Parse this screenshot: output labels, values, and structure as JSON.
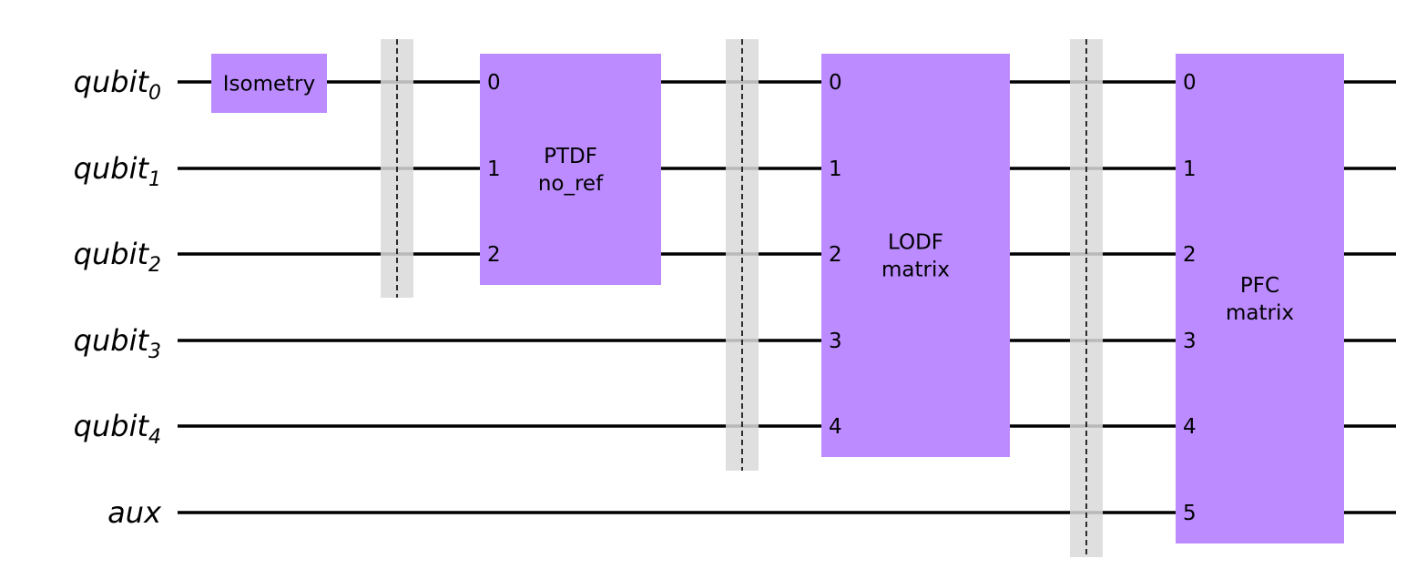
{
  "circuit": {
    "wires": [
      {
        "base": "qubit",
        "sub": "0"
      },
      {
        "base": "qubit",
        "sub": "1"
      },
      {
        "base": "qubit",
        "sub": "2"
      },
      {
        "base": "qubit",
        "sub": "3"
      },
      {
        "base": "qubit",
        "sub": "4"
      },
      {
        "base": "aux",
        "sub": ""
      }
    ],
    "gates": [
      {
        "id": "isometry",
        "lines": [
          "Isometry"
        ],
        "wires": [
          0
        ],
        "pins": []
      },
      {
        "id": "ptdf",
        "lines": [
          "PTDF",
          "no_ref"
        ],
        "wires": [
          0,
          1,
          2
        ],
        "pins": [
          "0",
          "1",
          "2"
        ]
      },
      {
        "id": "lodf",
        "lines": [
          "LODF",
          "matrix"
        ],
        "wires": [
          0,
          1,
          2,
          3,
          4
        ],
        "pins": [
          "0",
          "1",
          "2",
          "3",
          "4"
        ]
      },
      {
        "id": "pfc",
        "lines": [
          "PFC",
          "matrix"
        ],
        "wires": [
          0,
          1,
          2,
          3,
          4,
          5
        ],
        "pins": [
          "0",
          "1",
          "2",
          "3",
          "4",
          "5"
        ]
      }
    ],
    "barriers": [
      {
        "id": "barrier-1",
        "wires": [
          0,
          1,
          2
        ]
      },
      {
        "id": "barrier-2",
        "wires": [
          0,
          1,
          2,
          3,
          4
        ]
      },
      {
        "id": "barrier-3",
        "wires": [
          0,
          1,
          2,
          3,
          4,
          5
        ]
      }
    ],
    "colors": {
      "gate_fill": "#bb8bff",
      "barrier_fill": "#d9d9d9",
      "wire": "#000000"
    }
  }
}
